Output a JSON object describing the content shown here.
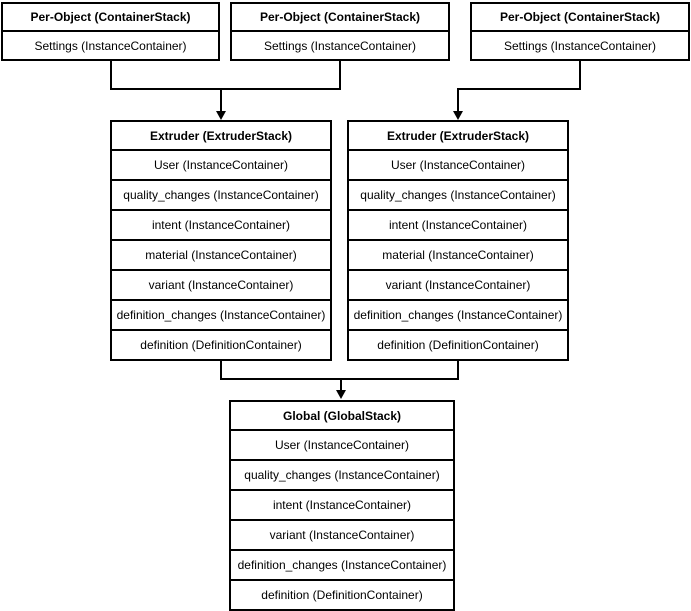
{
  "stacks": {
    "per_object": {
      "header": "Per-Object (ContainerStack)",
      "rows": [
        "Settings (InstanceContainer)"
      ]
    },
    "extruder": {
      "header": "Extruder (ExtruderStack)",
      "rows": [
        "User (InstanceContainer)",
        "quality_changes (InstanceContainer)",
        "intent (InstanceContainer)",
        "material (InstanceContainer)",
        "variant (InstanceContainer)",
        "definition_changes (InstanceContainer)",
        "definition (DefinitionContainer)"
      ]
    },
    "global": {
      "header": "Global (GlobalStack)",
      "rows": [
        "User (InstanceContainer)",
        "quality_changes (InstanceContainer)",
        "intent (InstanceContainer)",
        "variant (InstanceContainer)",
        "definition_changes (InstanceContainer)",
        "definition (DefinitionContainer)"
      ]
    }
  },
  "edges": [
    {
      "from": "per-object-stack-1",
      "to": "extruder-stack-1"
    },
    {
      "from": "per-object-stack-2",
      "to": "extruder-stack-1"
    },
    {
      "from": "per-object-stack-3",
      "to": "extruder-stack-2"
    },
    {
      "from": "extruder-stack-1",
      "to": "global-stack"
    },
    {
      "from": "extruder-stack-2",
      "to": "global-stack"
    }
  ],
  "colors": {
    "border": "#000000",
    "background": "#ffffff",
    "text": "#000000"
  }
}
